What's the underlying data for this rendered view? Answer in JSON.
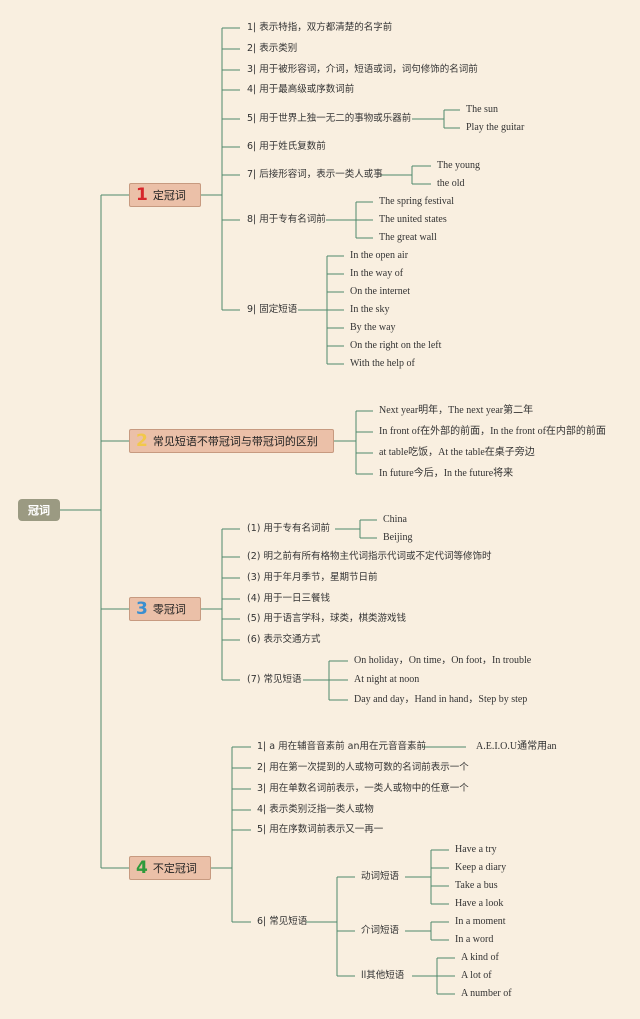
{
  "root": "冠词",
  "branches": [
    {
      "num": "1",
      "label": "定冠词",
      "color": "#d6262b",
      "items": [
        {
          "text": "1| 表示特指，双方都清楚的名字前"
        },
        {
          "text": "2| 表示类别"
        },
        {
          "text": "3| 用于被形容词，介词，短语或词，词句修饰的名词前"
        },
        {
          "text": "4| 用于最高级或序数词前"
        },
        {
          "text": "5| 用于世界上独一无二的事物或乐器前",
          "children": [
            "The sun",
            "Play the guitar"
          ]
        },
        {
          "text": "6| 用于姓氏复数前"
        },
        {
          "text": "7| 后接形容词，表示一类人或事",
          "children": [
            "The young",
            "the old"
          ]
        },
        {
          "text": "8| 用于专有名词前",
          "children": [
            "The spring festival",
            "The united states",
            "The great wall"
          ]
        },
        {
          "text": "9| 固定短语",
          "children": [
            "In the open air",
            "In the way of",
            "On the internet",
            "In the sky",
            "By the way",
            "On the right on the left",
            "With the help of"
          ]
        }
      ]
    },
    {
      "num": "2",
      "label": "常见短语不带冠词与带冠词的区别",
      "color": "#f2c84b",
      "items": [
        {
          "text": "Next year明年，The next year第二年"
        },
        {
          "text": "In front of在外部的前面，In the front of在内部的前面"
        },
        {
          "text": "at table吃饭，At the table在桌子旁边"
        },
        {
          "text": "In future今后，In the future将来"
        }
      ]
    },
    {
      "num": "3",
      "label": "零冠词",
      "color": "#3b8fd0",
      "items": [
        {
          "text": "(1) 用于专有名词前",
          "children": [
            "China",
            "Beijing"
          ]
        },
        {
          "text": "(2) 明之前有所有格物主代词指示代词或不定代词等修饰时"
        },
        {
          "text": "(3) 用于年月季节，星期节日前"
        },
        {
          "text": "(4) 用于一日三餐钱"
        },
        {
          "text": "(5) 用于语言学科，球类，棋类游戏钱"
        },
        {
          "text": "(6) 表示交通方式"
        },
        {
          "text": "(7) 常见短语",
          "children": [
            "On holiday，On time，On foot，In trouble",
            "At night at noon",
            "Day and day，Hand in hand，Step by step"
          ]
        }
      ]
    },
    {
      "num": "4",
      "label": "不定冠词",
      "color": "#2e9a3c",
      "items": [
        {
          "text": "1| a 用在辅音音素前 an用在元音音素前",
          "children": [
            "A.E.I.O.U通常用an"
          ]
        },
        {
          "text": "2| 用在第一次提到的人或物可数的名词前表示一个"
        },
        {
          "text": "3| 用在单数名词前表示，一类人或物中的任意一个"
        },
        {
          "text": "4| 表示类别泛指一类人或物"
        },
        {
          "text": "5| 用在序数词前表示又一再一"
        },
        {
          "text": "6| 常见短语",
          "groups": [
            {
              "label": "动词短语",
              "children": [
                "Have a try",
                "Keep a diary",
                "Take a bus",
                "Have a look"
              ]
            },
            {
              "label": "介词短语",
              "children": [
                "In a moment",
                "In a word"
              ]
            },
            {
              "label": "ll其他短语",
              "children": [
                "A kind of",
                "A lot of",
                "A number of"
              ]
            }
          ]
        }
      ]
    }
  ]
}
